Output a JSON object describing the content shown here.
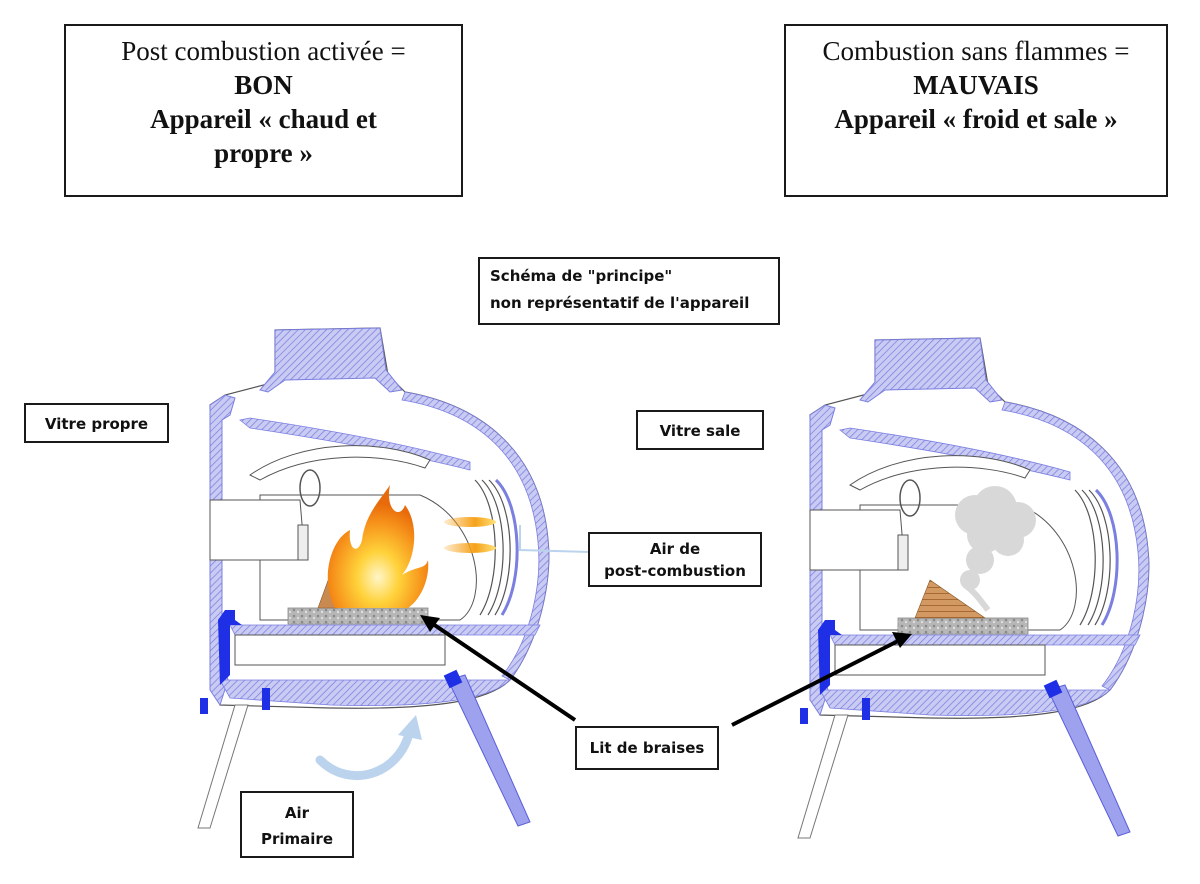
{
  "left_panel": {
    "title_line1": "Post combustion activée =",
    "verdict": "BON",
    "desc_line1": "Appareil « chaud et",
    "desc_line2": "propre »"
  },
  "right_panel": {
    "title_line1": "Combustion sans flammes =",
    "verdict": "MAUVAIS",
    "desc_line1": "Appareil « froid et sale »"
  },
  "note": {
    "line1": "Schéma de \"principe\"",
    "line2": "non représentatif de l'appareil"
  },
  "labels": {
    "vitre_propre": "Vitre propre",
    "vitre_sale": "Vitre sale",
    "air_post_line1": "Air de",
    "air_post_line2": "post-combustion",
    "lit_braises": "Lit de braises",
    "air_primaire_line1": "Air",
    "air_primaire_line2": "Primaire"
  },
  "colors": {
    "section_blue": "#7b7fe0",
    "solid_blue": "#1f2fe6",
    "hatch_fill": "#c9cbf3",
    "flame_orange": "#f28a12",
    "flame_yellow": "#ffd23a",
    "smoke_gray": "#d8d8d8",
    "wood_brown": "#c98a52",
    "ember_gray": "#a9a9a9",
    "air_arrow": "#bcd3ee"
  }
}
